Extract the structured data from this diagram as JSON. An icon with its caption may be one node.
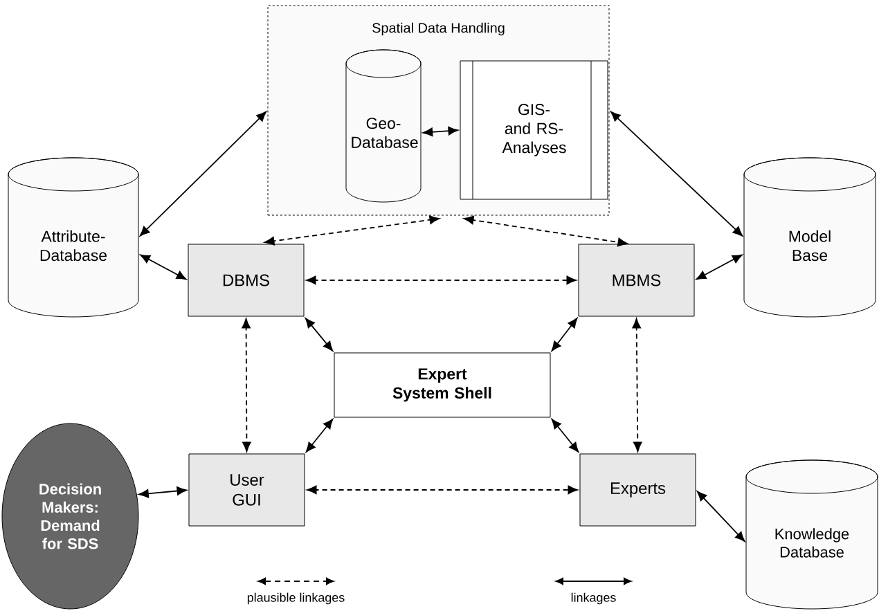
{
  "diagram": {
    "nodes": [
      {
        "text": [
          "Spatial Data Handling"
        ]
      },
      {
        "text": [
          "Geo-Database"
        ],
        "in": 0
      },
      {
        "text": [
          "GIS- and RS-Analyses"
        ],
        "in": 0
      },
      {
        "text": [
          "Attribute-Database"
        ]
      },
      {
        "text": [
          "Model Base"
        ]
      },
      {
        "text": [
          "DBMS"
        ]
      },
      {
        "text": [
          "MBMS"
        ]
      },
      {
        "text": [
          "Expert System Shell"
        ]
      },
      {
        "text": [
          "User GUI"
        ]
      },
      {
        "text": [
          "Experts"
        ]
      },
      {
        "text": [
          "Decision Makers: Demand for SDS"
        ]
      },
      {
        "text": [
          "Knowledge Database"
        ]
      }
    ],
    "edges": [
      {
        "from": 1,
        "to": 2,
        "arrow": "both"
      },
      {
        "from": 3,
        "to": 0,
        "arrow": "both"
      },
      {
        "from": 4,
        "to": 0,
        "arrow": "both"
      },
      {
        "from": 3,
        "to": 5,
        "arrow": "both"
      },
      {
        "from": 6,
        "to": 4,
        "arrow": "both"
      },
      {
        "from": 0,
        "to": 5,
        "arrow": "both",
        "style": "dashed"
      },
      {
        "from": 0,
        "to": 6,
        "arrow": "both",
        "style": "dashed"
      },
      {
        "from": 5,
        "to": 6,
        "arrow": "both",
        "style": "dashed"
      },
      {
        "from": 5,
        "to": 7,
        "arrow": "both"
      },
      {
        "from": 6,
        "to": 7,
        "arrow": "both"
      },
      {
        "from": 5,
        "to": 8,
        "arrow": "both",
        "style": "dashed"
      },
      {
        "from": 6,
        "to": 9,
        "arrow": "both",
        "style": "dashed"
      },
      {
        "from": 7,
        "to": 8,
        "arrow": "both"
      },
      {
        "from": 7,
        "to": 9,
        "arrow": "both"
      },
      {
        "from": 8,
        "to": 9,
        "arrow": "both",
        "style": "dashed"
      },
      {
        "from": 10,
        "to": 8,
        "arrow": "both"
      },
      {
        "from": 9,
        "to": 11,
        "arrow": "both"
      }
    ],
    "legend": [
      {
        "text": "plausible linkages"
      },
      {
        "text": "linkages"
      }
    ]
  }
}
